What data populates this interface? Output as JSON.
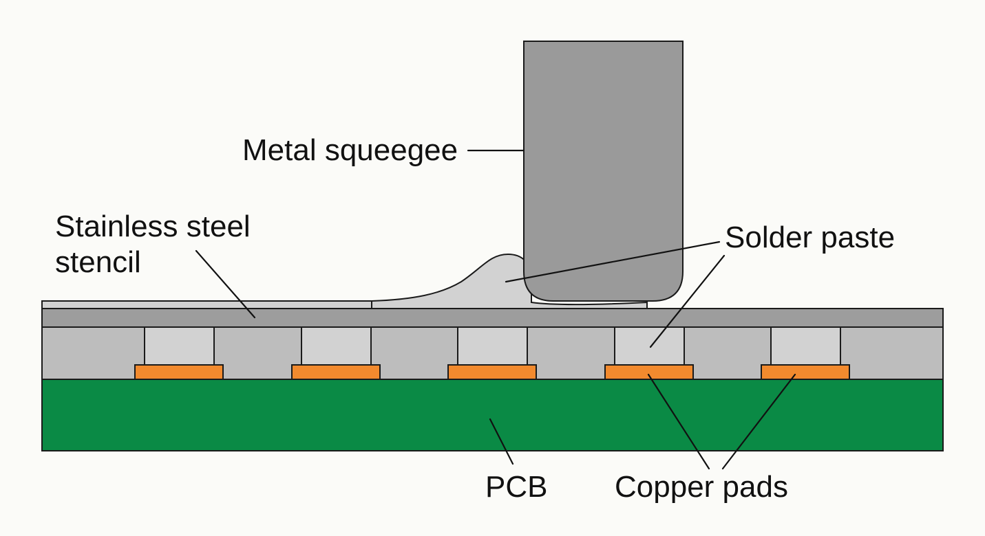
{
  "labels": {
    "squeegee": "Metal squeegee",
    "stencil_line1": "Stainless steel",
    "stencil_line2": "stencil",
    "solder_paste": "Solder paste",
    "pcb": "PCB",
    "copper_pads": "Copper pads"
  },
  "colors": {
    "background": "#fbfbf8",
    "squeegee": "#9a9a9a",
    "stencil": "#9d9d9d",
    "stencil_body": "#bdbdbd",
    "solder_paste": "#cfcfcf",
    "copper": "#f28a2e",
    "pcb": "#0a8a45",
    "outline": "#1a1a1a"
  },
  "pad_count": 5
}
